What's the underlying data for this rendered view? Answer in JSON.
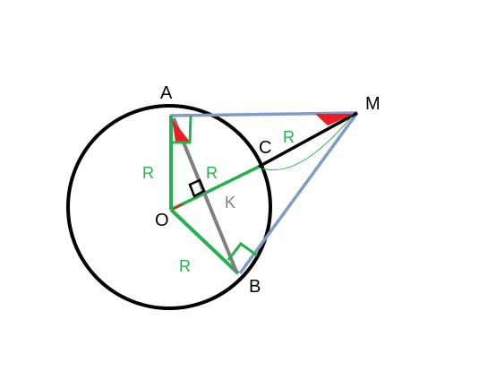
{
  "points": {
    "A": "A",
    "M": "M",
    "C": "C",
    "O": "O",
    "B": "B",
    "K": "K"
  },
  "radius_labels": [
    "R",
    "R",
    "R",
    "R"
  ],
  "colors": {
    "circle": "#000000",
    "tangent": "#7f9bc8",
    "radius": "#22b14c",
    "chord": "#7f7f7f",
    "angle_mark": "#ed1c24",
    "k_label": "#7f7f7f"
  }
}
